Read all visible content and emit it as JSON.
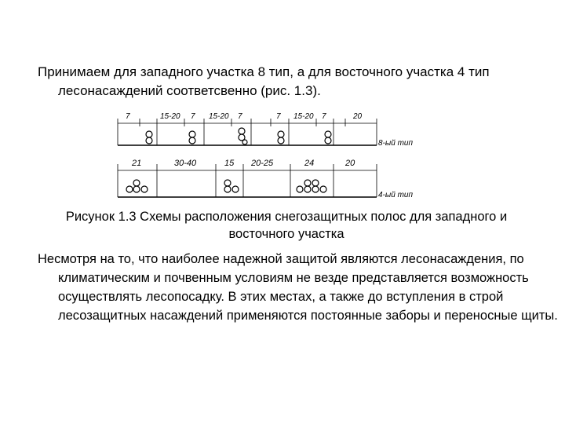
{
  "intro": "Принимаем для западного участка 8 тип, а для восточного участка 4 тип лесонасаждений соответсвенно (рис. 1.3).",
  "figure": {
    "row1": {
      "dims": [
        "7",
        "15-20",
        "7",
        "15-20",
        "7",
        "7",
        "15-20",
        "7",
        "20"
      ],
      "label": "8-ый тип"
    },
    "row2": {
      "dims": [
        "21",
        "30-40",
        "15",
        "20-25",
        "24",
        "20"
      ],
      "label": "4-ый тип"
    }
  },
  "caption": "Рисунок 1.3 Схемы расположения снегозащитных полос для западного и восточного участка",
  "body": "Несмотря на то, что наиболее надежной защитой являются лесонасаждения, по климатическим и почвенным условиям не везде представляется возможность осуществлять лесопосадку. В этих местах, а также до вступления в строй лесозащитных насаждений применяются постоянные заборы и переносные щиты."
}
